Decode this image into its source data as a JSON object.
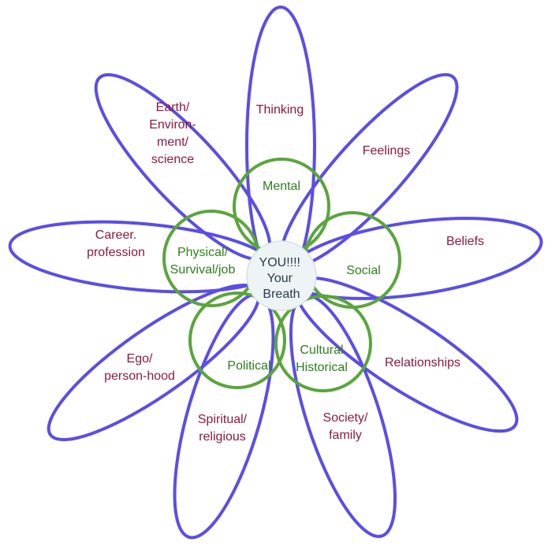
{
  "colors": {
    "petal_stroke": "#5b4de6",
    "petal_text": "#8a1a3e",
    "ring_stroke": "#5aa53c",
    "ring_text": "#2e7d1e",
    "center_fill": "#eef3f5",
    "center_text": "#2b3a4a"
  },
  "center": {
    "line1": "YOU!!!!",
    "line2": "Your",
    "line3": "Breath"
  },
  "petals": [
    {
      "id": "thinking",
      "lines": [
        "Thinking"
      ]
    },
    {
      "id": "feelings",
      "lines": [
        "Feelings"
      ]
    },
    {
      "id": "beliefs",
      "lines": [
        "Beliefs"
      ]
    },
    {
      "id": "relationships",
      "lines": [
        "Relationships"
      ]
    },
    {
      "id": "society",
      "lines": [
        "Society/",
        "family"
      ]
    },
    {
      "id": "spiritual",
      "lines": [
        "Spiritual/",
        "religious"
      ]
    },
    {
      "id": "ego",
      "lines": [
        "Ego/",
        "person-hood"
      ]
    },
    {
      "id": "career",
      "lines": [
        "Career.",
        "profession"
      ]
    },
    {
      "id": "earth",
      "lines": [
        "Earth/",
        "Environ-",
        "ment/",
        "science"
      ]
    }
  ],
  "rings": [
    {
      "id": "mental",
      "lines": [
        "Mental"
      ]
    },
    {
      "id": "social",
      "lines": [
        "Social"
      ]
    },
    {
      "id": "cultural",
      "lines": [
        "Cultural",
        "Historical"
      ]
    },
    {
      "id": "political",
      "lines": [
        "Political"
      ]
    },
    {
      "id": "physical",
      "lines": [
        "Physical/",
        "Survival/job"
      ]
    }
  ]
}
